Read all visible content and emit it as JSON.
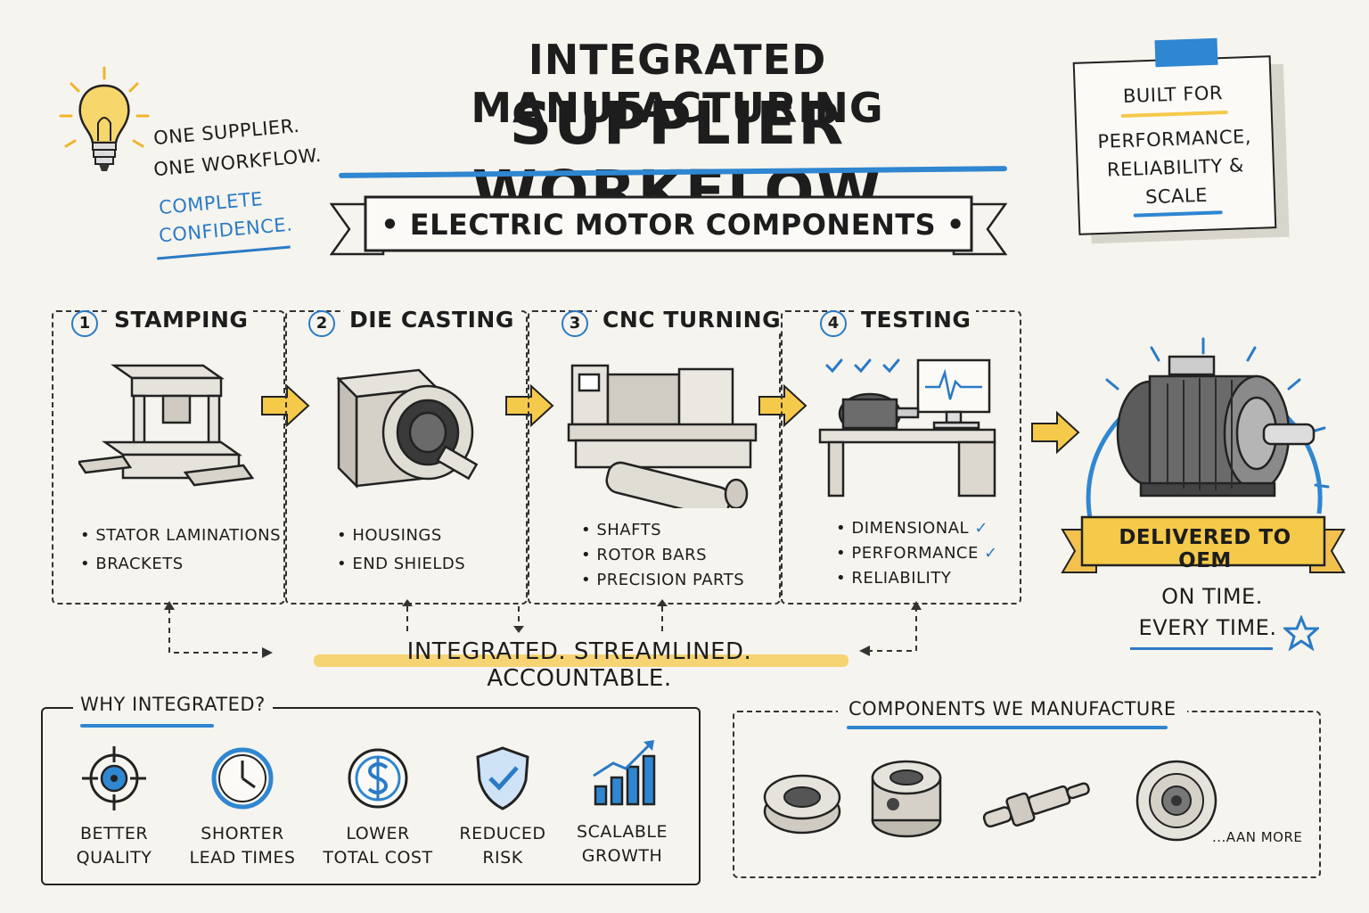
{
  "header": {
    "title_line1": "INTEGRATED MANUFACTURING",
    "title_line2": "SUPPLIER WORKFLOW",
    "banner": "• ELECTRIC MOTOR COMPONENTS •"
  },
  "tagline": {
    "line1": "ONE SUPPLIER.",
    "line2": "ONE WORKFLOW.",
    "line3": "COMPLETE",
    "line4": "CONFIDENCE."
  },
  "note": {
    "line1": "BUILT FOR",
    "line2": "PERFORMANCE,",
    "line3": "RELIABILITY &",
    "line4": "SCALE"
  },
  "steps": [
    {
      "number": "1",
      "title": "STAMPING",
      "bullets": [
        "• STATOR LAMINATIONS",
        "• BRACKETS"
      ],
      "icon": "stamping-press-icon"
    },
    {
      "number": "2",
      "title": "DIE CASTING",
      "bullets": [
        "• HOUSINGS",
        "• END SHIELDS"
      ],
      "icon": "die-casting-housing-icon"
    },
    {
      "number": "3",
      "title": "CNC TURNING",
      "bullets": [
        "• SHAFTS",
        "• ROTOR BARS",
        "• PRECISION PARTS"
      ],
      "icon": "cnc-lathe-icon"
    },
    {
      "number": "4",
      "title": "TESTING",
      "bullets": [
        "• DIMENSIONAL",
        "• PERFORMANCE",
        "• RELIABILITY"
      ],
      "checks": [
        "✓",
        "✓",
        ""
      ],
      "icon": "test-bench-icon"
    }
  ],
  "delivery": {
    "ribbon": "DELIVERED TO OEM",
    "line1": "ON TIME.",
    "line2": "EVERY TIME."
  },
  "integrated_line": "INTEGRATED. STREAMLINED. ACCOUNTABLE.",
  "why": {
    "title": "WHY INTEGRATED?",
    "items": [
      {
        "line1": "BETTER",
        "line2": "QUALITY",
        "icon": "target-icon"
      },
      {
        "line1": "SHORTER",
        "line2": "LEAD TIMES",
        "icon": "clock-icon"
      },
      {
        "line1": "LOWER",
        "line2": "TOTAL COST",
        "icon": "dollar-icon"
      },
      {
        "line1": "REDUCED",
        "line2": "RISK",
        "icon": "shield-check-icon"
      },
      {
        "line1": "SCALABLE",
        "line2": "GROWTH",
        "icon": "growth-chart-icon"
      }
    ]
  },
  "components": {
    "title": "COMPONENTS WE MANUFACTURE",
    "items": [
      "bearing-ring-icon",
      "housing-block-icon",
      "shaft-icon",
      "end-shield-icon"
    ],
    "more": "...AAN MORE"
  },
  "colors": {
    "accent_blue": "#2f86d1",
    "accent_yellow": "#f5c94a",
    "ink": "#1d1d1d",
    "paper": "#f6f4ee"
  }
}
